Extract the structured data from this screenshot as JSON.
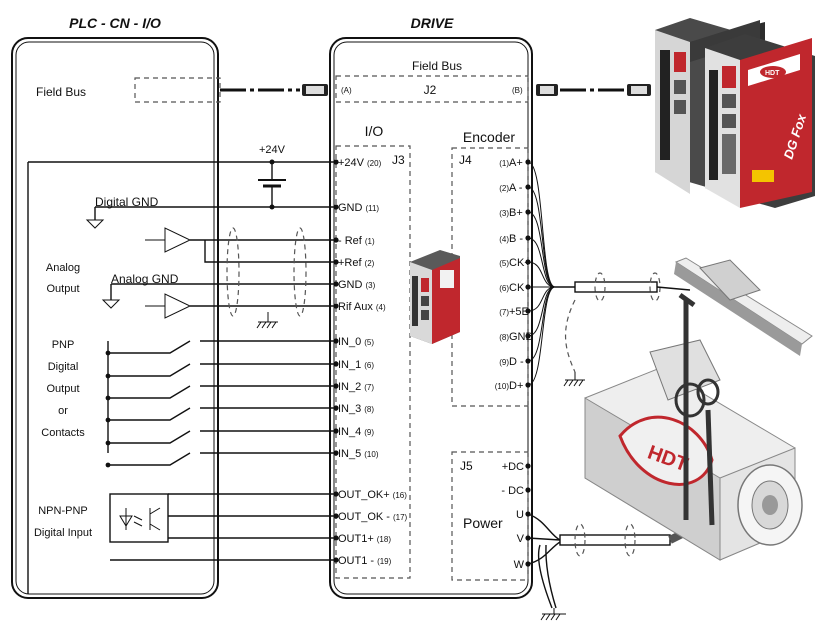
{
  "titles": {
    "plc": "PLC - CN - I/O",
    "drive": "DRIVE"
  },
  "plc": {
    "field_bus": "Field Bus",
    "digital_gnd": "Digital GND",
    "analog_output": [
      "Analog",
      "Output"
    ],
    "analog_gnd": "Analog GND",
    "pnp_block": [
      "PNP",
      "Digital",
      "Output",
      "or",
      "Contacts"
    ],
    "npn_block": [
      "NPN-PNP",
      "Digital Input"
    ]
  },
  "drive": {
    "field_bus": "Field Bus",
    "j2": "J2",
    "j2_a": "(A)",
    "j2_b": "(B)",
    "io": "I/O",
    "j3": "J3",
    "encoder": "Encoder",
    "j4": "J4",
    "j5": "J5",
    "power": "Power"
  },
  "supply": "+24V",
  "j3_pins": [
    {
      "name": "+24V",
      "num": "(20)"
    },
    {
      "name": "GND",
      "num": "(11)"
    },
    {
      "name": "- Ref",
      "num": "(1)"
    },
    {
      "name": "+Ref",
      "num": "(2)"
    },
    {
      "name": "GND",
      "num": "(3)"
    },
    {
      "name": "Rif Aux",
      "num": "(4)"
    },
    {
      "name": "IN_0",
      "num": "(5)"
    },
    {
      "name": "IN_1",
      "num": "(6)"
    },
    {
      "name": "IN_2",
      "num": "(7)"
    },
    {
      "name": "IN_3",
      "num": "(8)"
    },
    {
      "name": "IN_4",
      "num": "(9)"
    },
    {
      "name": "IN_5",
      "num": "(10)"
    },
    {
      "name": "OUT_OK+",
      "num": "(16)"
    },
    {
      "name": "OUT_OK -",
      "num": "(17)"
    },
    {
      "name": "OUT1+",
      "num": "(18)"
    },
    {
      "name": "OUT1 -",
      "num": "(19)"
    }
  ],
  "j4_pins": [
    {
      "num": "(1)",
      "name": "A+"
    },
    {
      "num": "(2)",
      "name": "A -"
    },
    {
      "num": "(3)",
      "name": "B+"
    },
    {
      "num": "(4)",
      "name": "B -"
    },
    {
      "num": "(5)",
      "name": "CK+"
    },
    {
      "num": "(6)",
      "name": "CK -"
    },
    {
      "num": "(7)",
      "name": "+5E"
    },
    {
      "num": "(8)",
      "name": "GND"
    },
    {
      "num": "(9)",
      "name": "D -"
    },
    {
      "num": "(10)",
      "name": "D+"
    }
  ],
  "j5_pins": [
    "+DC",
    "- DC",
    "U",
    "V",
    "W"
  ],
  "product": {
    "brand": "HDT",
    "model": "DG Fox"
  }
}
